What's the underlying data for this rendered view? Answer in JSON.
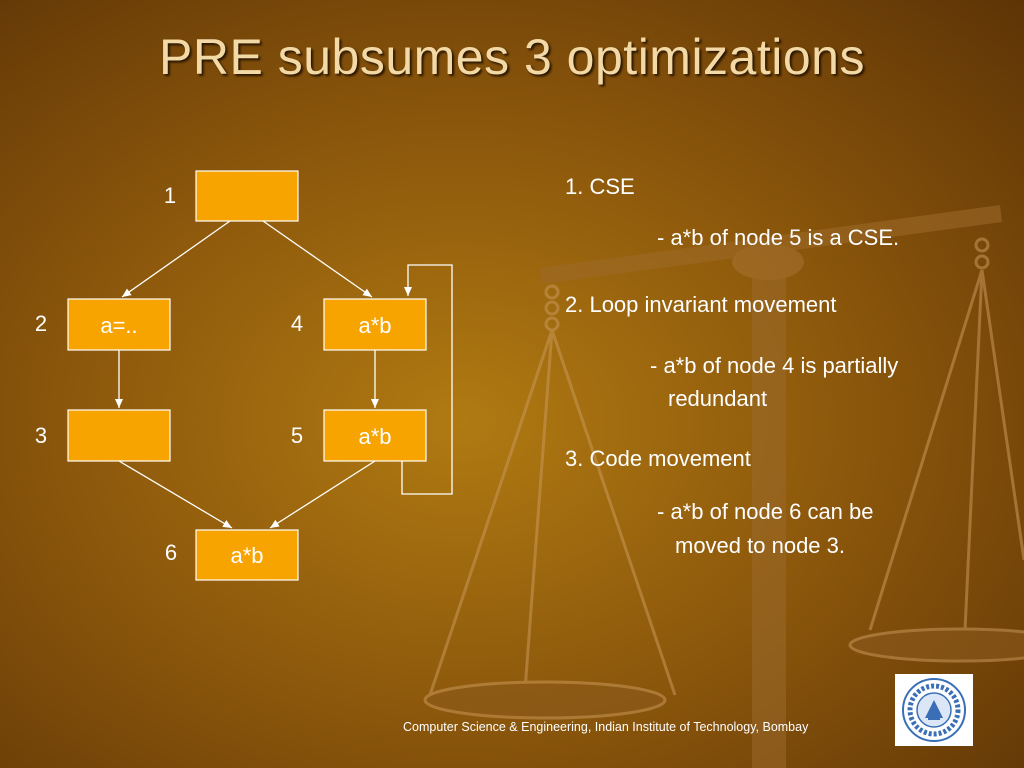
{
  "slide": {
    "title": "PRE subsumes 3 optimizations",
    "footer": "Computer  Science & Engineering, Indian Institute of Technology,  Bombay"
  },
  "diagram": {
    "nodes": [
      {
        "id": "1",
        "label": ""
      },
      {
        "id": "2",
        "label": "a=.."
      },
      {
        "id": "3",
        "label": ""
      },
      {
        "id": "4",
        "label": "a*b"
      },
      {
        "id": "5",
        "label": "a*b"
      },
      {
        "id": "6",
        "label": "a*b"
      }
    ],
    "edges": [
      [
        "1",
        "2"
      ],
      [
        "1",
        "4"
      ],
      [
        "2",
        "3"
      ],
      [
        "4",
        "5"
      ],
      [
        "5",
        "4"
      ],
      [
        "3",
        "6"
      ],
      [
        "5",
        "6"
      ]
    ]
  },
  "points": [
    {
      "heading": "1. CSE",
      "detail": [
        "- a*b of node 5 is a CSE."
      ]
    },
    {
      "heading": "2. Loop invariant movement",
      "detail": [
        "- a*b of node 4 is partially",
        "redundant"
      ]
    },
    {
      "heading": "3. Code movement",
      "detail": [
        "- a*b of node 6 can be",
        "moved to node 3."
      ]
    }
  ],
  "colors": {
    "node_fill": "#f7a400",
    "text": "#ffffff",
    "title": "#f2d9a6"
  },
  "icons": {
    "logo": "iit-bombay-logo-icon",
    "background": "balance-scale-icon"
  }
}
